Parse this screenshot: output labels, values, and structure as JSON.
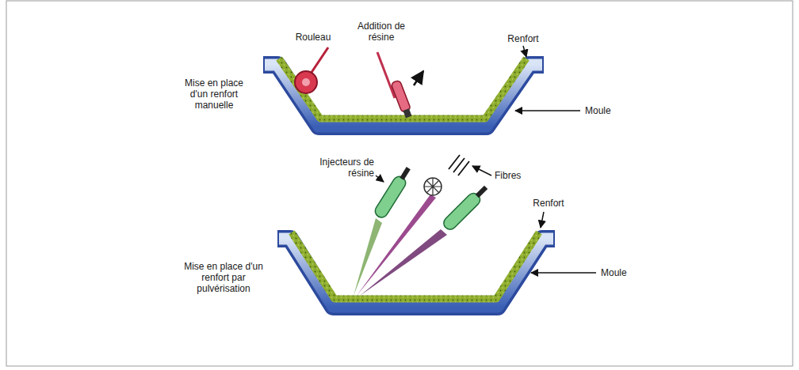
{
  "diagram": {
    "labels": [
      "Rouleau",
      "Addition de résine",
      "Renfort",
      "Mise en place d'un renfort manuelle",
      "Moule",
      "Injecteurs de résine",
      "Fibres",
      "Renfort",
      "Mise en place d'un renfort par pulvérisation",
      "Moule"
    ]
  }
}
